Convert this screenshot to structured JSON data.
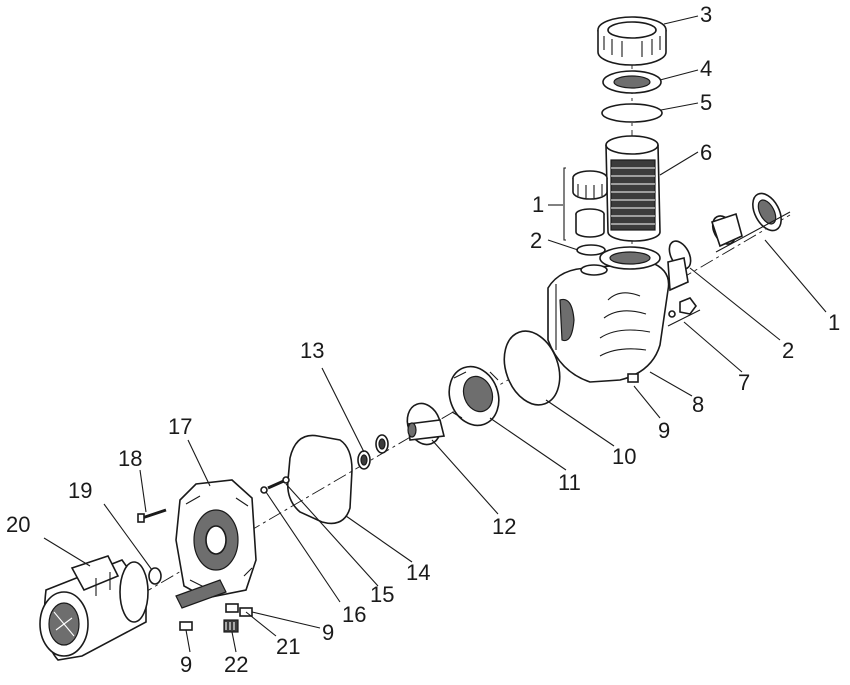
{
  "diagram": {
    "callouts": [
      "1",
      "2",
      "3",
      "4",
      "5",
      "6",
      "7",
      "8",
      "9",
      "10",
      "11",
      "12",
      "13",
      "14",
      "15",
      "16",
      "17",
      "18",
      "19",
      "20",
      "21",
      "22"
    ],
    "repeat_labels": {
      "one_right": "1",
      "two_right": "2",
      "nine_housing": "9",
      "nine_seal": "9",
      "nine_base": "9"
    }
  }
}
